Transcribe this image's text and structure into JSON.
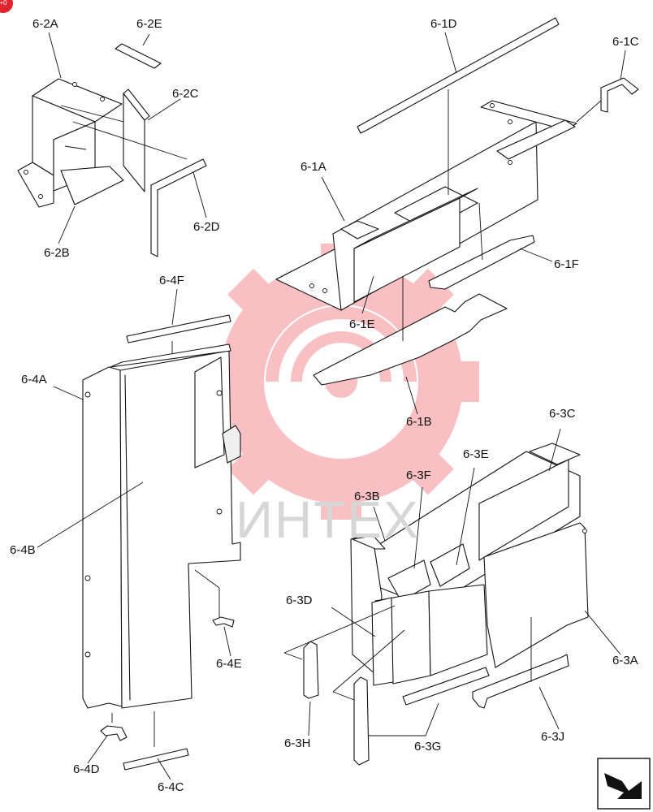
{
  "badge": "+0",
  "watermark": {
    "text": "ИНТЕХ",
    "color": "#e8202a"
  },
  "labels": {
    "l_6_2A": "6-2A",
    "l_6_2E": "6-2E",
    "l_6_2C": "6-2C",
    "l_6_2D": "6-2D",
    "l_6_2B": "6-2B",
    "l_6_1D": "6-1D",
    "l_6_1C": "6-1C",
    "l_6_1A": "6-1A",
    "l_6_1F": "6-1F",
    "l_6_1E": "6-1E",
    "l_6_1B": "6-1B",
    "l_6_4F": "6-4F",
    "l_6_4A": "6-4A",
    "l_6_4B": "6-4B",
    "l_6_4E": "6-4E",
    "l_6_4D": "6-4D",
    "l_6_4C": "6-4C",
    "l_6_3C": "6-3C",
    "l_6_3E": "6-3E",
    "l_6_3F": "6-3F",
    "l_6_3B": "6-3B",
    "l_6_3D": "6-3D",
    "l_6_3A": "6-3A",
    "l_6_3H": "6-3H",
    "l_6_3G": "6-3G",
    "l_6_3J": "6-3J"
  },
  "nav_icon": "next-page-arrow-icon"
}
